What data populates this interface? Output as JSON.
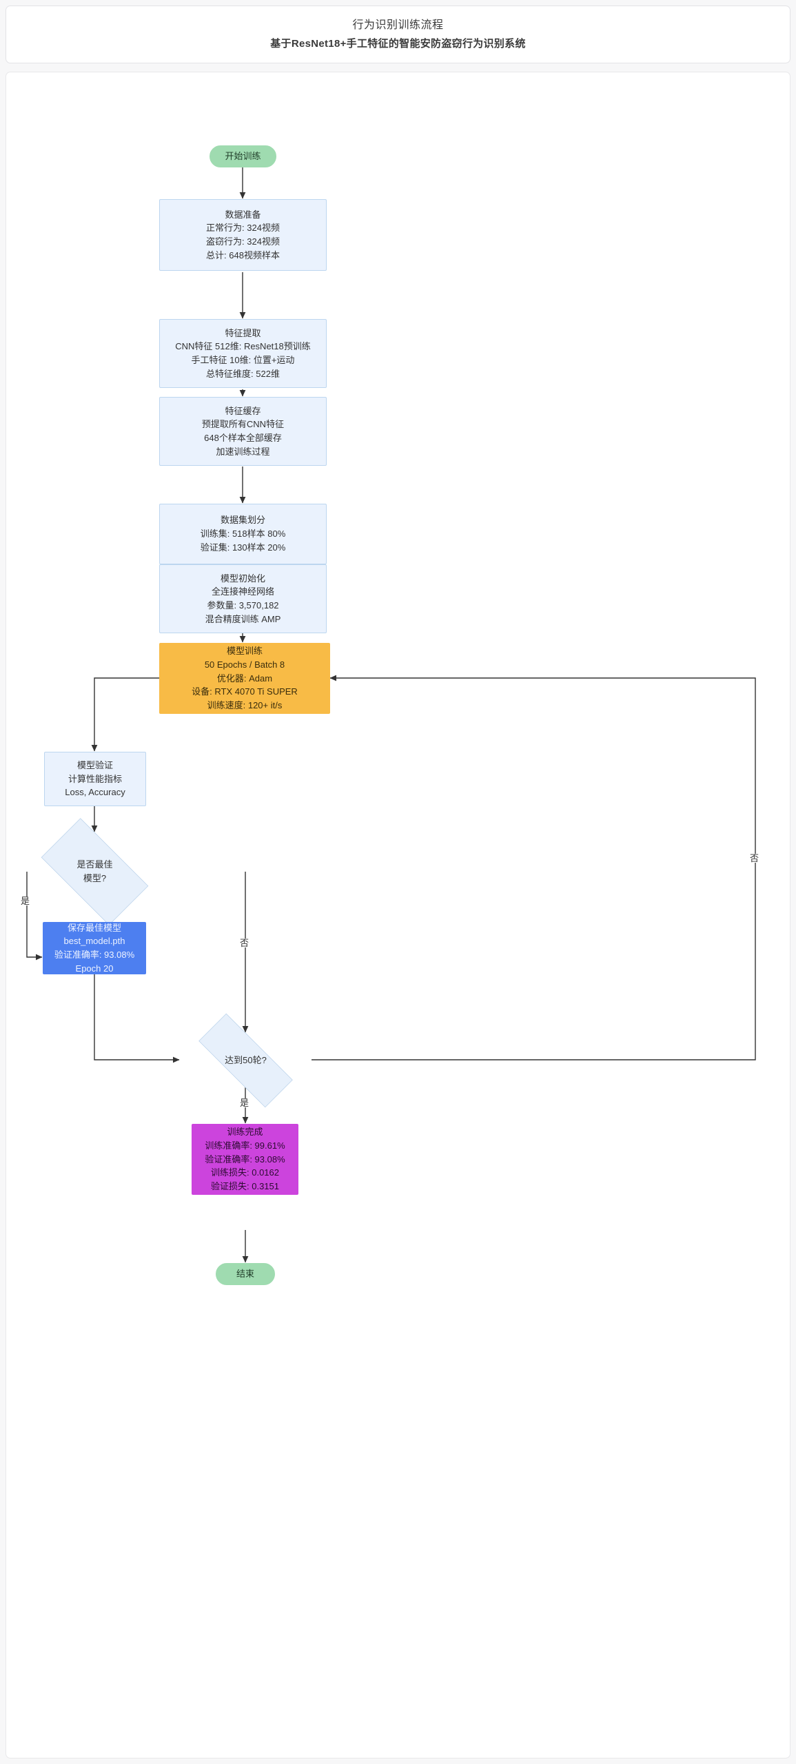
{
  "header": {
    "title": "行为识别训练流程",
    "subtitle": "基于ResNet18+手工特征的智能安防盗窃行为识别系统"
  },
  "colors": {
    "terminal": "#9fdbb0",
    "process_fill": "#eaf2fd",
    "process_stroke": "#bcd6ef",
    "train_fill": "#f8bb46",
    "save_fill": "#4d7ff0",
    "done_fill": "#cc44dd",
    "decision_fill": "#e7f0fb",
    "edge": "#333333",
    "page_bg": "#f7f7f8",
    "card_bg": "#ffffff"
  },
  "nodes": {
    "start": {
      "label": "开始训练"
    },
    "data_prep": {
      "lines": [
        "数据准备",
        "正常行为: 324视频",
        "盗窃行为: 324视频",
        "总计: 648视频样本"
      ]
    },
    "feature_extract": {
      "lines": [
        "特征提取",
        "CNN特征 512维: ResNet18预训练",
        "手工特征 10维: 位置+运动",
        "总特征维度: 522维"
      ]
    },
    "feature_cache": {
      "lines": [
        "特征缓存",
        "预提取所有CNN特征",
        "648个样本全部缓存",
        "加速训练过程"
      ]
    },
    "dataset_split": {
      "lines": [
        "数据集划分",
        "训练集: 518样本 80%",
        "验证集: 130样本 20%"
      ]
    },
    "model_init": {
      "lines": [
        "模型初始化",
        "全连接神经网络",
        "参数量: 3,570,182",
        "混合精度训练 AMP"
      ]
    },
    "model_train": {
      "lines": [
        "模型训练",
        "50 Epochs / Batch 8",
        "优化器: Adam",
        "设备: RTX 4070 Ti SUPER",
        "训练速度: 120+ it/s"
      ]
    },
    "model_validate": {
      "lines": [
        "模型验证",
        "计算性能指标",
        "Loss, Accuracy"
      ]
    },
    "is_best": {
      "lines": [
        "是否最佳",
        "模型?"
      ]
    },
    "save_best": {
      "lines": [
        "保存最佳模型",
        "best_model.pth",
        "验证准确率: 93.08%",
        "Epoch 20"
      ]
    },
    "reach_50": {
      "lines": [
        "达到50轮?"
      ]
    },
    "train_done": {
      "lines": [
        "训练完成",
        "训练准确率: 99.61%",
        "验证准确率: 93.08%",
        "训练损失: 0.0162",
        "验证损失: 0.3151"
      ]
    },
    "end": {
      "label": "结束"
    }
  },
  "edge_labels": {
    "is_best_yes": "是",
    "is_best_no": "否",
    "reach50_yes": "是",
    "reach50_no": "否"
  },
  "metrics": {
    "normal_videos": 324,
    "theft_videos": 324,
    "total_videos": 648,
    "cnn_feature_dim": 512,
    "manual_feature_dim": 10,
    "total_feature_dim": 522,
    "train_samples": 518,
    "train_pct": "80%",
    "val_samples": 130,
    "val_pct": "20%",
    "params": "3,570,182",
    "epochs": 50,
    "batch_size": 8,
    "optimizer": "Adam",
    "device": "RTX 4070 Ti SUPER",
    "speed": "120+ it/s",
    "best_epoch": 20,
    "train_acc": "99.61%",
    "val_acc": "93.08%",
    "train_loss": "0.0162",
    "val_loss": "0.3151"
  }
}
